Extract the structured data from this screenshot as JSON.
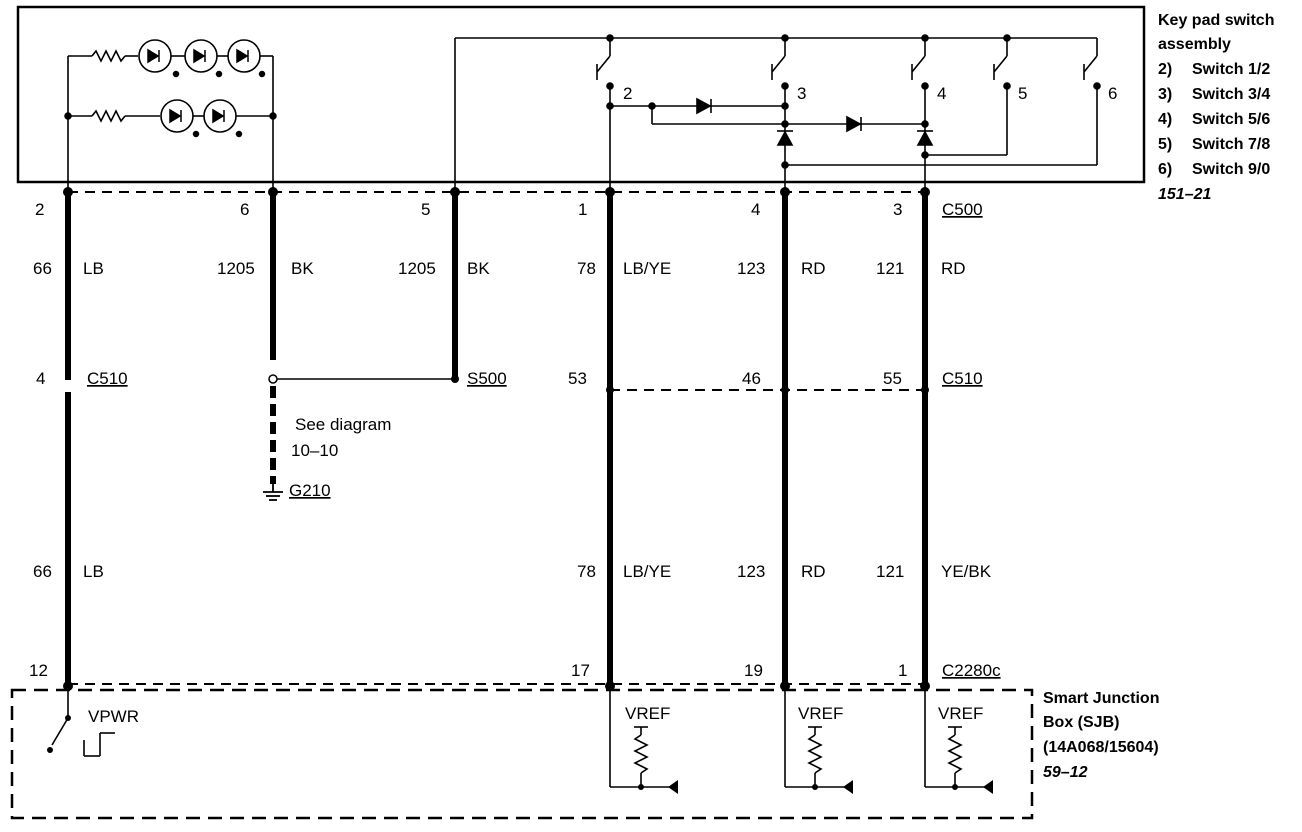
{
  "keypad": {
    "title_line1": "Key pad switch",
    "title_line2": "assembly",
    "items": [
      {
        "num": "2)",
        "label": "Switch 1/2"
      },
      {
        "num": "3)",
        "label": "Switch 3/4"
      },
      {
        "num": "4)",
        "label": "Switch 5/6"
      },
      {
        "num": "5)",
        "label": "Switch 7/8"
      },
      {
        "num": "6)",
        "label": "Switch 9/0"
      }
    ],
    "ref": "151–21",
    "switch_numbers": [
      "2",
      "3",
      "4",
      "5",
      "6"
    ]
  },
  "connectors": {
    "c500": "C500",
    "c510": "C510",
    "c2280c": "C2280c",
    "s500": "S500",
    "g210": "G210"
  },
  "wires": [
    {
      "pin_top": "2",
      "circuit": "66",
      "color": "LB",
      "pin_mid": "4",
      "circuit2": "66",
      "color2": "LB",
      "pin_bottom": "12"
    },
    {
      "pin_top": "6",
      "circuit": "1205",
      "color": "BK"
    },
    {
      "pin_top": "5",
      "circuit": "1205",
      "color": "BK"
    },
    {
      "pin_top": "1",
      "circuit": "78",
      "color": "LB/YE",
      "pin_mid": "53",
      "circuit2": "78",
      "color2": "LB/YE",
      "pin_bottom": "17"
    },
    {
      "pin_top": "4",
      "circuit": "123",
      "color": "RD",
      "pin_mid": "46",
      "circuit2": "123",
      "color2": "RD",
      "pin_bottom": "19"
    },
    {
      "pin_top": "3",
      "circuit": "121",
      "color": "RD",
      "pin_mid": "55",
      "circuit2": "121",
      "color2": "YE/BK",
      "pin_bottom": "1"
    }
  ],
  "see_diagram": {
    "line1": "See diagram",
    "line2": "10–10"
  },
  "sjb": {
    "vpwr": "VPWR",
    "vref": "VREF",
    "title_line1": "Smart Junction",
    "title_line2": "Box (SJB)",
    "title_line3": "(14A068/15604)",
    "ref": "59–12"
  }
}
